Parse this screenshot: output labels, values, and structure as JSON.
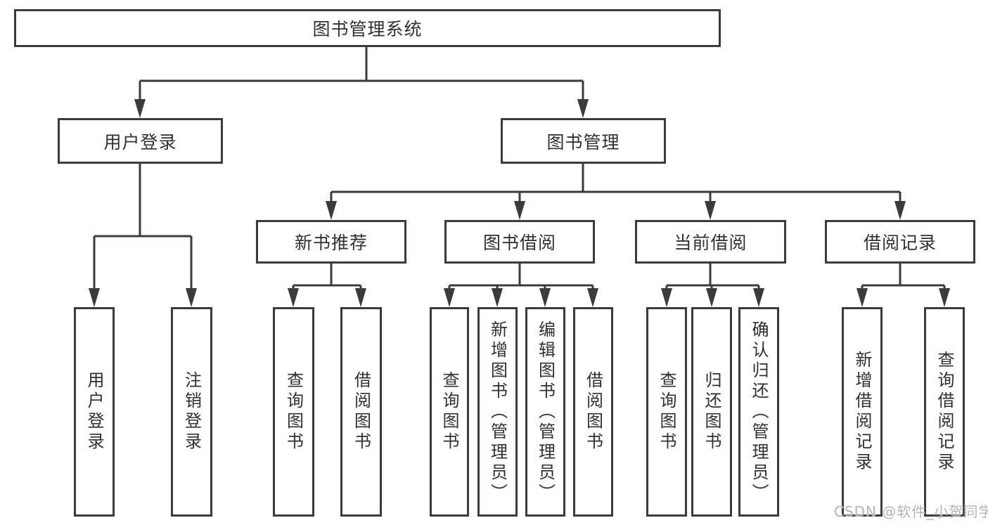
{
  "tree": {
    "root": {
      "label": "图书管理系统"
    },
    "branches": [
      {
        "label": "用户登录",
        "children": [
          {
            "label": "用户登录"
          },
          {
            "label": "注销登录"
          }
        ]
      },
      {
        "label": "图书管理",
        "groups": [
          {
            "label": "新书推荐",
            "children": [
              {
                "label": "查询图书"
              },
              {
                "label": "借阅图书"
              }
            ]
          },
          {
            "label": "图书借阅",
            "children": [
              {
                "label": "查询图书"
              },
              {
                "label": "新增图书（管理员）"
              },
              {
                "label": "编辑图书（管理员）"
              },
              {
                "label": "借阅图书"
              }
            ]
          },
          {
            "label": "当前借阅",
            "children": [
              {
                "label": "查询图书"
              },
              {
                "label": "归还图书"
              },
              {
                "label": "确认归还（管理员）"
              }
            ]
          },
          {
            "label": "借阅记录",
            "children": [
              {
                "label": "新增借阅记录"
              },
              {
                "label": "查询借阅记录"
              }
            ]
          }
        ]
      }
    ]
  },
  "watermark": {
    "text": "CSDN @软件_小贺同学"
  },
  "colors": {
    "line": "#3b3b3b",
    "box_border": "#3b3b3b",
    "text": "#303030",
    "watermark": "#b4b4b4",
    "background": "#ffffff"
  }
}
